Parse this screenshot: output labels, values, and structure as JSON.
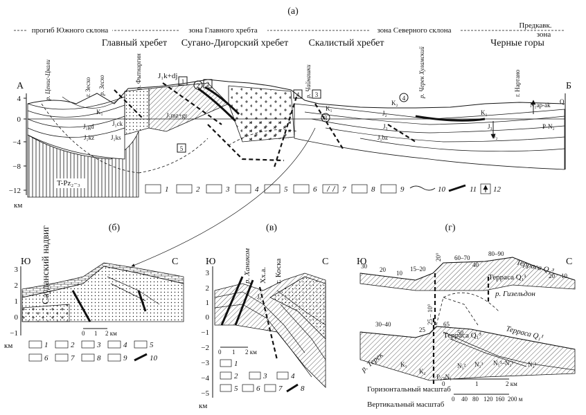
{
  "panel_a": {
    "label": "(а)",
    "zones": [
      "прогиб Южного склона",
      "зона Главного хребта",
      "зона Северного склона",
      "Предкавк.",
      "зона"
    ],
    "ranges": [
      "Главный хребет",
      "Сугано-Дигорский хребет",
      "Скалистый хребет",
      "Черные горы"
    ],
    "ends": [
      "А",
      "Б"
    ],
    "y_ticks": [
      "4",
      "0",
      "−4",
      "−8",
      "−12"
    ],
    "y_unit": "км",
    "rivers": [
      "р. Ценис-Цкали",
      "г. Зесхо",
      "р. Зесхо",
      "р. Фытнаргин",
      "р. Чайнашки",
      "р. Черек Хуламский",
      "г. Нартано"
    ],
    "units": [
      "J₁k+dj",
      "J₁mz+gr",
      "K₁",
      "J₁gd",
      "J₁ck",
      "J₁kz",
      "J₁ks",
      "T-Pz₂₋₃",
      "K₁",
      "J₂",
      "J₁bz",
      "K₂",
      "K₁",
      "J₃",
      "J₂",
      "N₁ap-ak",
      "Q",
      "P-N₂",
      "J₃"
    ],
    "markers": [
      "1",
      "2",
      "2",
      "4",
      "3",
      "3",
      "4",
      "5"
    ],
    "legend": [
      "1",
      "2",
      "3",
      "4",
      "5",
      "6",
      "7",
      "8",
      "9",
      "10",
      "11",
      "12"
    ]
  },
  "panel_b": {
    "label": "(б)",
    "dirs": [
      "Ю",
      "С"
    ],
    "title": "Сауданский надвиг",
    "y_ticks": [
      "3",
      "2",
      "1",
      "0",
      "−1"
    ],
    "scale": [
      "0",
      "1",
      "2 км"
    ],
    "y_unit": "км",
    "legend": [
      "1",
      "2",
      "3",
      "4",
      "5",
      "6",
      "7",
      "8",
      "9",
      "10"
    ]
  },
  "panel_v": {
    "label": "(в)",
    "dirs": [
      "Ю",
      "С"
    ],
    "names": [
      "р. Хаником",
      "Хх.а.",
      "г. Коска",
      "J₁"
    ],
    "y_ticks": [
      "3",
      "2",
      "1",
      "0",
      "−1",
      "−2",
      "−3",
      "−4",
      "−5"
    ],
    "scale": [
      "0",
      "1",
      "2 км"
    ],
    "y_unit": "км",
    "legend": [
      "1",
      "2",
      "3",
      "4",
      "5",
      "6",
      "7",
      "8"
    ]
  },
  "panel_g": {
    "label": "(г)",
    "dirs": [
      "Ю",
      "С"
    ],
    "top_nums": [
      "30",
      "20",
      "10",
      "15–20",
      "20°",
      "60–70",
      "40",
      "80–90",
      "10",
      "20"
    ],
    "top_labels": [
      "Терраса Q₁³",
      "Терраса Q₁¹",
      "р. Гизельдон"
    ],
    "bot_nums": [
      "30–40",
      "25",
      "25 – 10°",
      "65",
      "50"
    ],
    "bot_labels": [
      "Терраса Q₁³",
      "Терраса Q₁¹",
      "р. Терек"
    ],
    "bot_units": [
      "K₁",
      "K₂",
      "P₃–N₁",
      "N₁²",
      "N₁³",
      "N₁³–N₂¹",
      "N₂³"
    ],
    "h_scale_label": "Горизонтальный масштаб",
    "h_scale": [
      "0",
      "1",
      "2 км"
    ],
    "v_scale_label": "Вертикальный масштаб",
    "v_scale": [
      "0",
      "40",
      "80",
      "120",
      "160",
      "200 м"
    ]
  }
}
